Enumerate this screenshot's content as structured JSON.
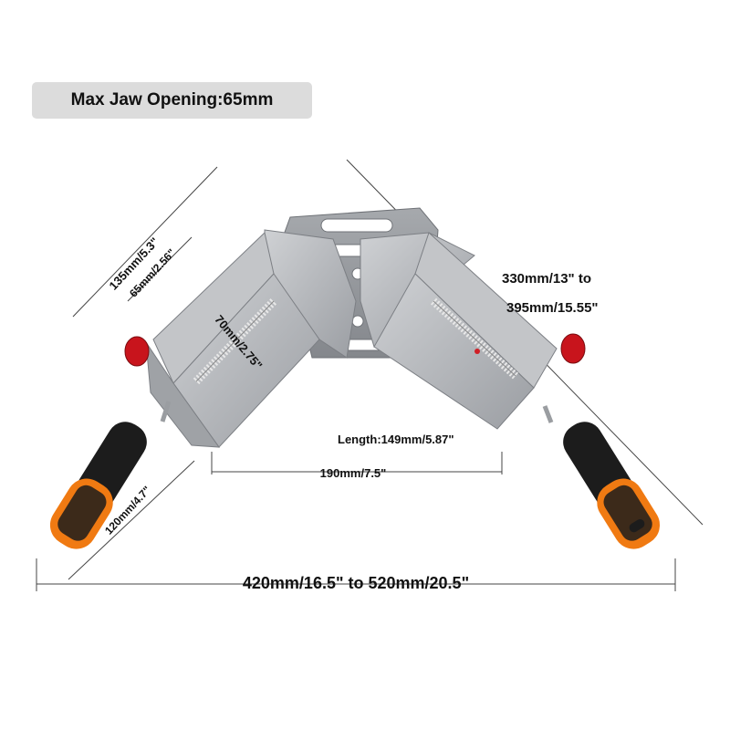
{
  "badge": {
    "text": "Max Jaw Opening:65mm"
  },
  "dimensions": {
    "left_outer": "135mm/5.3\"",
    "left_jaw": "65mm/2.56\"",
    "screw_travel": "70mm/2.75\"",
    "right_line1": "330mm/13\" to",
    "right_line2": "395mm/15.55\"",
    "length": "Length:149mm/5.87\"",
    "base_width": "190mm/7.5\"",
    "handle": "120mm/4.7\"",
    "overall": "420mm/16.5\" to 520mm/20.5\""
  },
  "colors": {
    "aluminum": "#b4b7bb",
    "aluminum_dark": "#8e9196",
    "handle_black": "#1c1c1c",
    "handle_orange": "#f07a12",
    "cap_red": "#c8141c",
    "badge_bg": "#dcdcdc"
  }
}
